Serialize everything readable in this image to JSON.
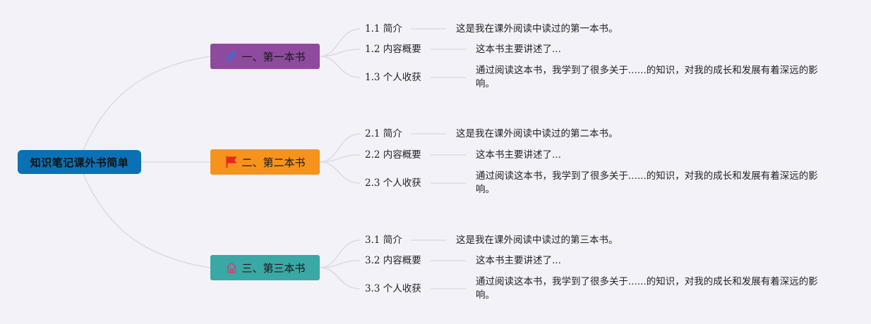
{
  "root": {
    "label": "知识笔记课外书简单"
  },
  "colors": {
    "root": "#0a72b4",
    "line": "#dcdbe3",
    "branch_1": "#8e4a9e",
    "branch_2": "#f6931d",
    "branch_3": "#3aa8a4",
    "icon_rocket": "#3b6fd4",
    "icon_flag": "#e8271b",
    "icon_home": "#d63c6a"
  },
  "branches": [
    {
      "label": "一、第一本书",
      "icon": "rocket-icon",
      "topics": [
        {
          "label": "1.1 简介",
          "text": "这是我在课外阅读中读过的第一本书。"
        },
        {
          "label": "1.2 内容概要",
          "text": "这本书主要讲述了..."
        },
        {
          "label": "1.3 个人收获",
          "text": "通过阅读这本书，我学到了很多关于......的知识，对我的成长和发展有着深远的影响。"
        }
      ]
    },
    {
      "label": "二、第二本书",
      "icon": "flag-icon",
      "topics": [
        {
          "label": "2.1 简介",
          "text": "这是我在课外阅读中读过的第二本书。"
        },
        {
          "label": "2.2 内容概要",
          "text": "这本书主要讲述了..."
        },
        {
          "label": "2.3 个人收获",
          "text": "通过阅读这本书，我学到了很多关于......的知识，对我的成长和发展有着深远的影响。"
        }
      ]
    },
    {
      "label": "三、第三本书",
      "icon": "home-icon",
      "topics": [
        {
          "label": "3.1 简介",
          "text": "这是我在课外阅读中读过的第三本书。"
        },
        {
          "label": "3.2 内容概要",
          "text": "这本书主要讲述了..."
        },
        {
          "label": "3.3 个人收获",
          "text": "通过阅读这本书，我学到了很多关于......的知识，对我的成长和发展有着深远的影响。"
        }
      ]
    }
  ]
}
